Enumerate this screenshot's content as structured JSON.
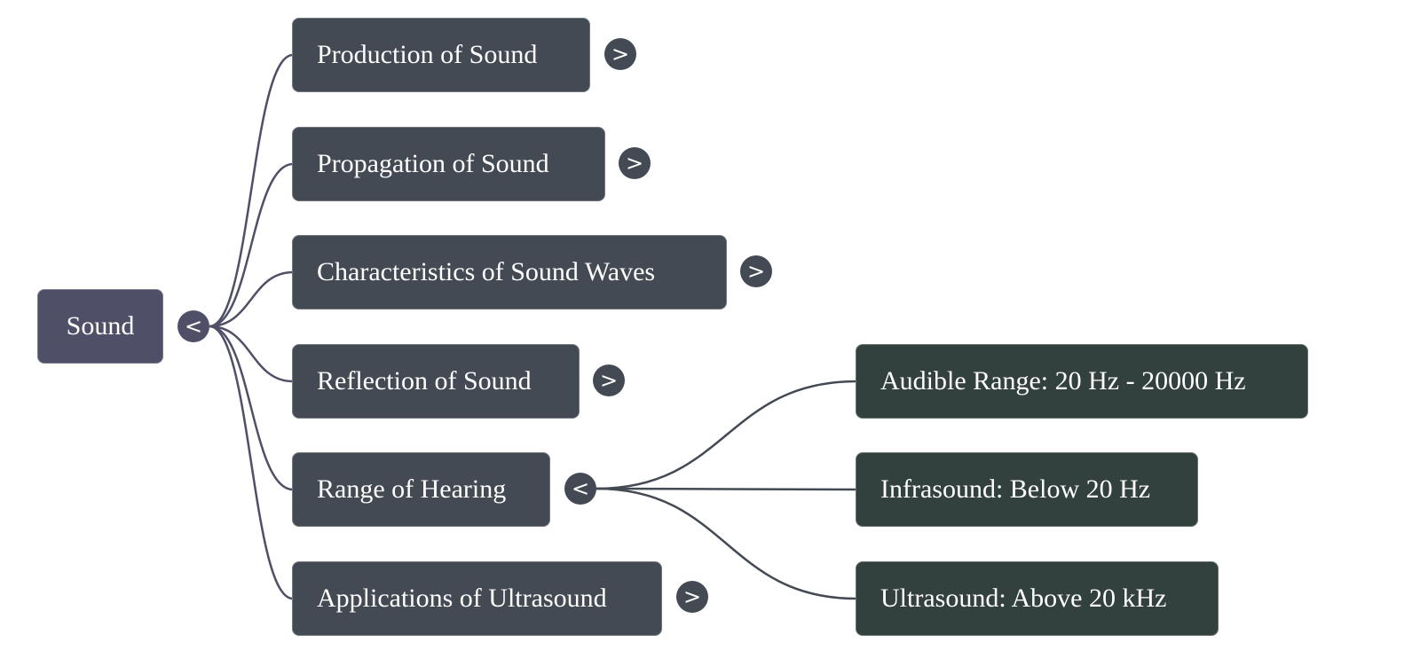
{
  "mindmap": {
    "root": {
      "label": "Sound",
      "toggle": "<",
      "toggle_icon": "collapse-chevron-left",
      "color": "#4f5068"
    },
    "children": [
      {
        "label": "Production of Sound",
        "toggle": ">",
        "expanded": false
      },
      {
        "label": "Propagation of Sound",
        "toggle": ">",
        "expanded": false
      },
      {
        "label": "Characteristics of Sound Waves",
        "toggle": ">",
        "expanded": false
      },
      {
        "label": "Reflection of Sound",
        "toggle": ">",
        "expanded": false
      },
      {
        "label": "Range of Hearing",
        "toggle": "<",
        "expanded": true,
        "children": [
          {
            "label": "Audible Range: 20 Hz - 20000 Hz"
          },
          {
            "label": "Infrasound: Below 20 Hz"
          },
          {
            "label": "Ultrasound: Above 20 kHz"
          }
        ]
      },
      {
        "label": "Applications of Ultrasound",
        "toggle": ">",
        "expanded": false
      }
    ],
    "colors": {
      "level1": "#434a53",
      "level2": "#33413e",
      "edge_root": "#4f5068",
      "edge_level2": "#434a53"
    }
  }
}
